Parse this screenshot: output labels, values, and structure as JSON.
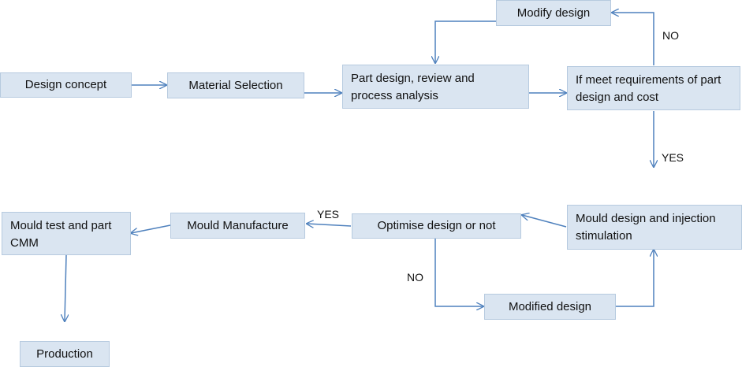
{
  "nodes": {
    "modify_design": "Modify design",
    "design_concept": "Design concept",
    "material_selection": "Material Selection",
    "part_design": [
      "Part design, review and",
      "process analysis"
    ],
    "meet_requirements": [
      "If meet requirements of part",
      "design and cost"
    ],
    "mould_design": [
      "Mould design and injection",
      "stimulation"
    ],
    "optimise": "Optimise design or not",
    "mould_manufacture": "Mould Manufacture",
    "mould_test": [
      "Mould test and part",
      "CMM"
    ],
    "modified_design": "Modified design",
    "production": "Production"
  },
  "labels": {
    "no_top": "NO",
    "yes_right": "YES",
    "yes_bottom": "YES",
    "no_bottom": "NO"
  },
  "colors": {
    "node_fill": "#dae5f1",
    "node_border": "#b6cadf",
    "arrow": "#4f81bd"
  }
}
